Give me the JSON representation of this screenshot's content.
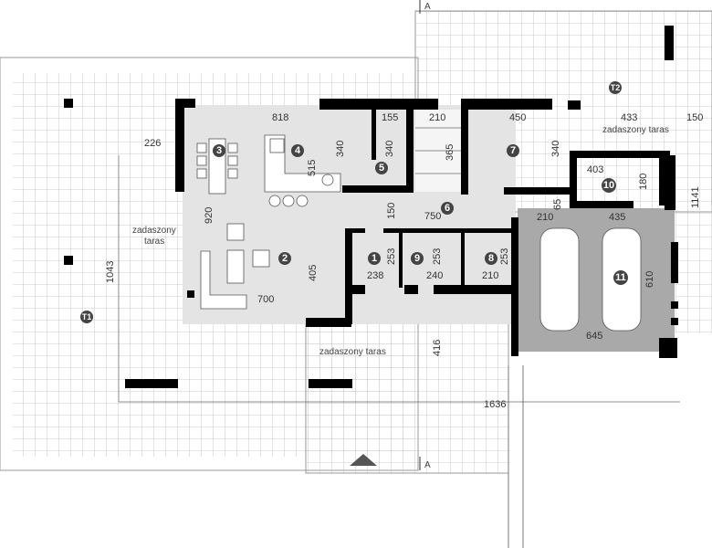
{
  "plan": {
    "section_marker": "A",
    "covered_terrace": "zadaszony taras",
    "covered_terrace_line1": "zadaszony",
    "covered_terrace_line2": "taras",
    "terraces": [
      "T1",
      "T2"
    ],
    "rooms": [
      "1",
      "2",
      "3",
      "4",
      "5",
      "6",
      "7",
      "8",
      "9",
      "10",
      "11"
    ],
    "dimensions": {
      "d818": "818",
      "d155": "155",
      "d210a": "210",
      "d450": "450",
      "d433": "433",
      "d150a": "150",
      "d226": "226",
      "d340a": "340",
      "d340b": "340",
      "d515": "515",
      "d365": "365",
      "d340c": "340",
      "d403": "403",
      "d180": "180",
      "d1141": "1141",
      "d920": "920",
      "d150b": "150",
      "d750": "750",
      "d65": "65",
      "d210b": "210",
      "d435": "435",
      "d253a": "253",
      "d253b": "253",
      "d253c": "253",
      "d238": "238",
      "d240": "240",
      "d210c": "210",
      "d610": "610",
      "d1043": "1043",
      "d405": "405",
      "d700": "700",
      "d645": "645",
      "d416": "416",
      "d1636": "1636"
    },
    "colors": {
      "interior": "#e4e4e4",
      "garage": "#a9a9a9",
      "wall": "#000000",
      "marker": "#444444"
    }
  }
}
